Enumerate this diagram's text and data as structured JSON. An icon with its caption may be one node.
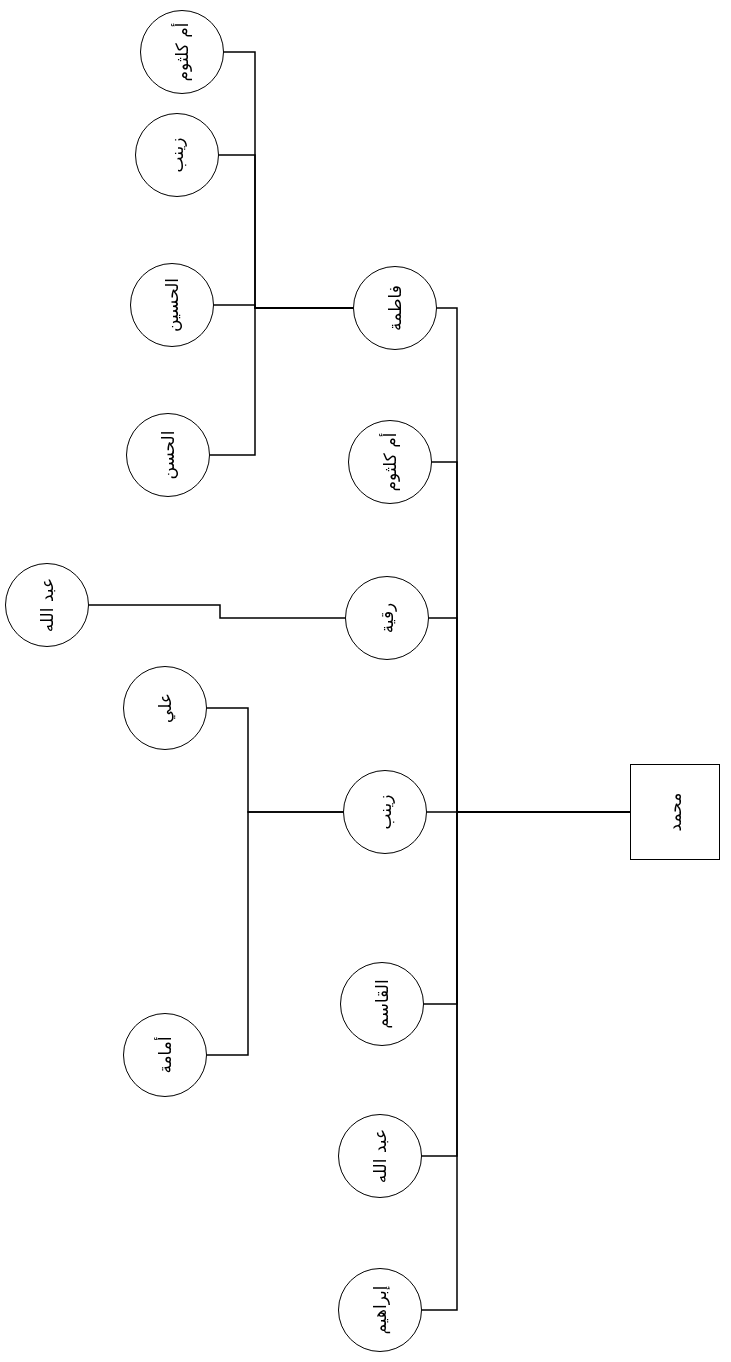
{
  "diagram": {
    "nodes": [
      {
        "text": [
          "محمد"
        ]
      },
      {
        "text": [
          "إبراهيم"
        ]
      },
      {
        "text": [
          "عبد الله"
        ]
      },
      {
        "text": [
          "القاسم"
        ]
      },
      {
        "text": [
          "زينب"
        ]
      },
      {
        "text": [
          "رقية"
        ]
      },
      {
        "text": [
          "أم كلثوم"
        ]
      },
      {
        "text": [
          "فاطمة"
        ]
      },
      {
        "text": [
          "أمامة"
        ]
      },
      {
        "text": [
          "علي"
        ]
      },
      {
        "text": [
          "عبد الله"
        ]
      },
      {
        "text": [
          "الحسن"
        ]
      },
      {
        "text": [
          "الحسين"
        ]
      },
      {
        "text": [
          "زينب"
        ]
      },
      {
        "text": [
          "أم كلثوم"
        ]
      }
    ],
    "edges": [
      {
        "from": 0,
        "to": 1,
        "arrow": "none"
      },
      {
        "from": 0,
        "to": 2,
        "arrow": "none"
      },
      {
        "from": 0,
        "to": 3,
        "arrow": "none"
      },
      {
        "from": 0,
        "to": 4,
        "arrow": "none"
      },
      {
        "from": 0,
        "to": 5,
        "arrow": "none"
      },
      {
        "from": 0,
        "to": 6,
        "arrow": "none"
      },
      {
        "from": 0,
        "to": 7,
        "arrow": "none"
      },
      {
        "from": 4,
        "to": 8,
        "arrow": "none"
      },
      {
        "from": 4,
        "to": 9,
        "arrow": "none"
      },
      {
        "from": 5,
        "to": 10,
        "arrow": "none"
      },
      {
        "from": 7,
        "to": 11,
        "arrow": "none"
      },
      {
        "from": 7,
        "to": 12,
        "arrow": "none"
      },
      {
        "from": 7,
        "to": 13,
        "arrow": "none"
      },
      {
        "from": 7,
        "to": 14,
        "arrow": "none"
      }
    ]
  }
}
